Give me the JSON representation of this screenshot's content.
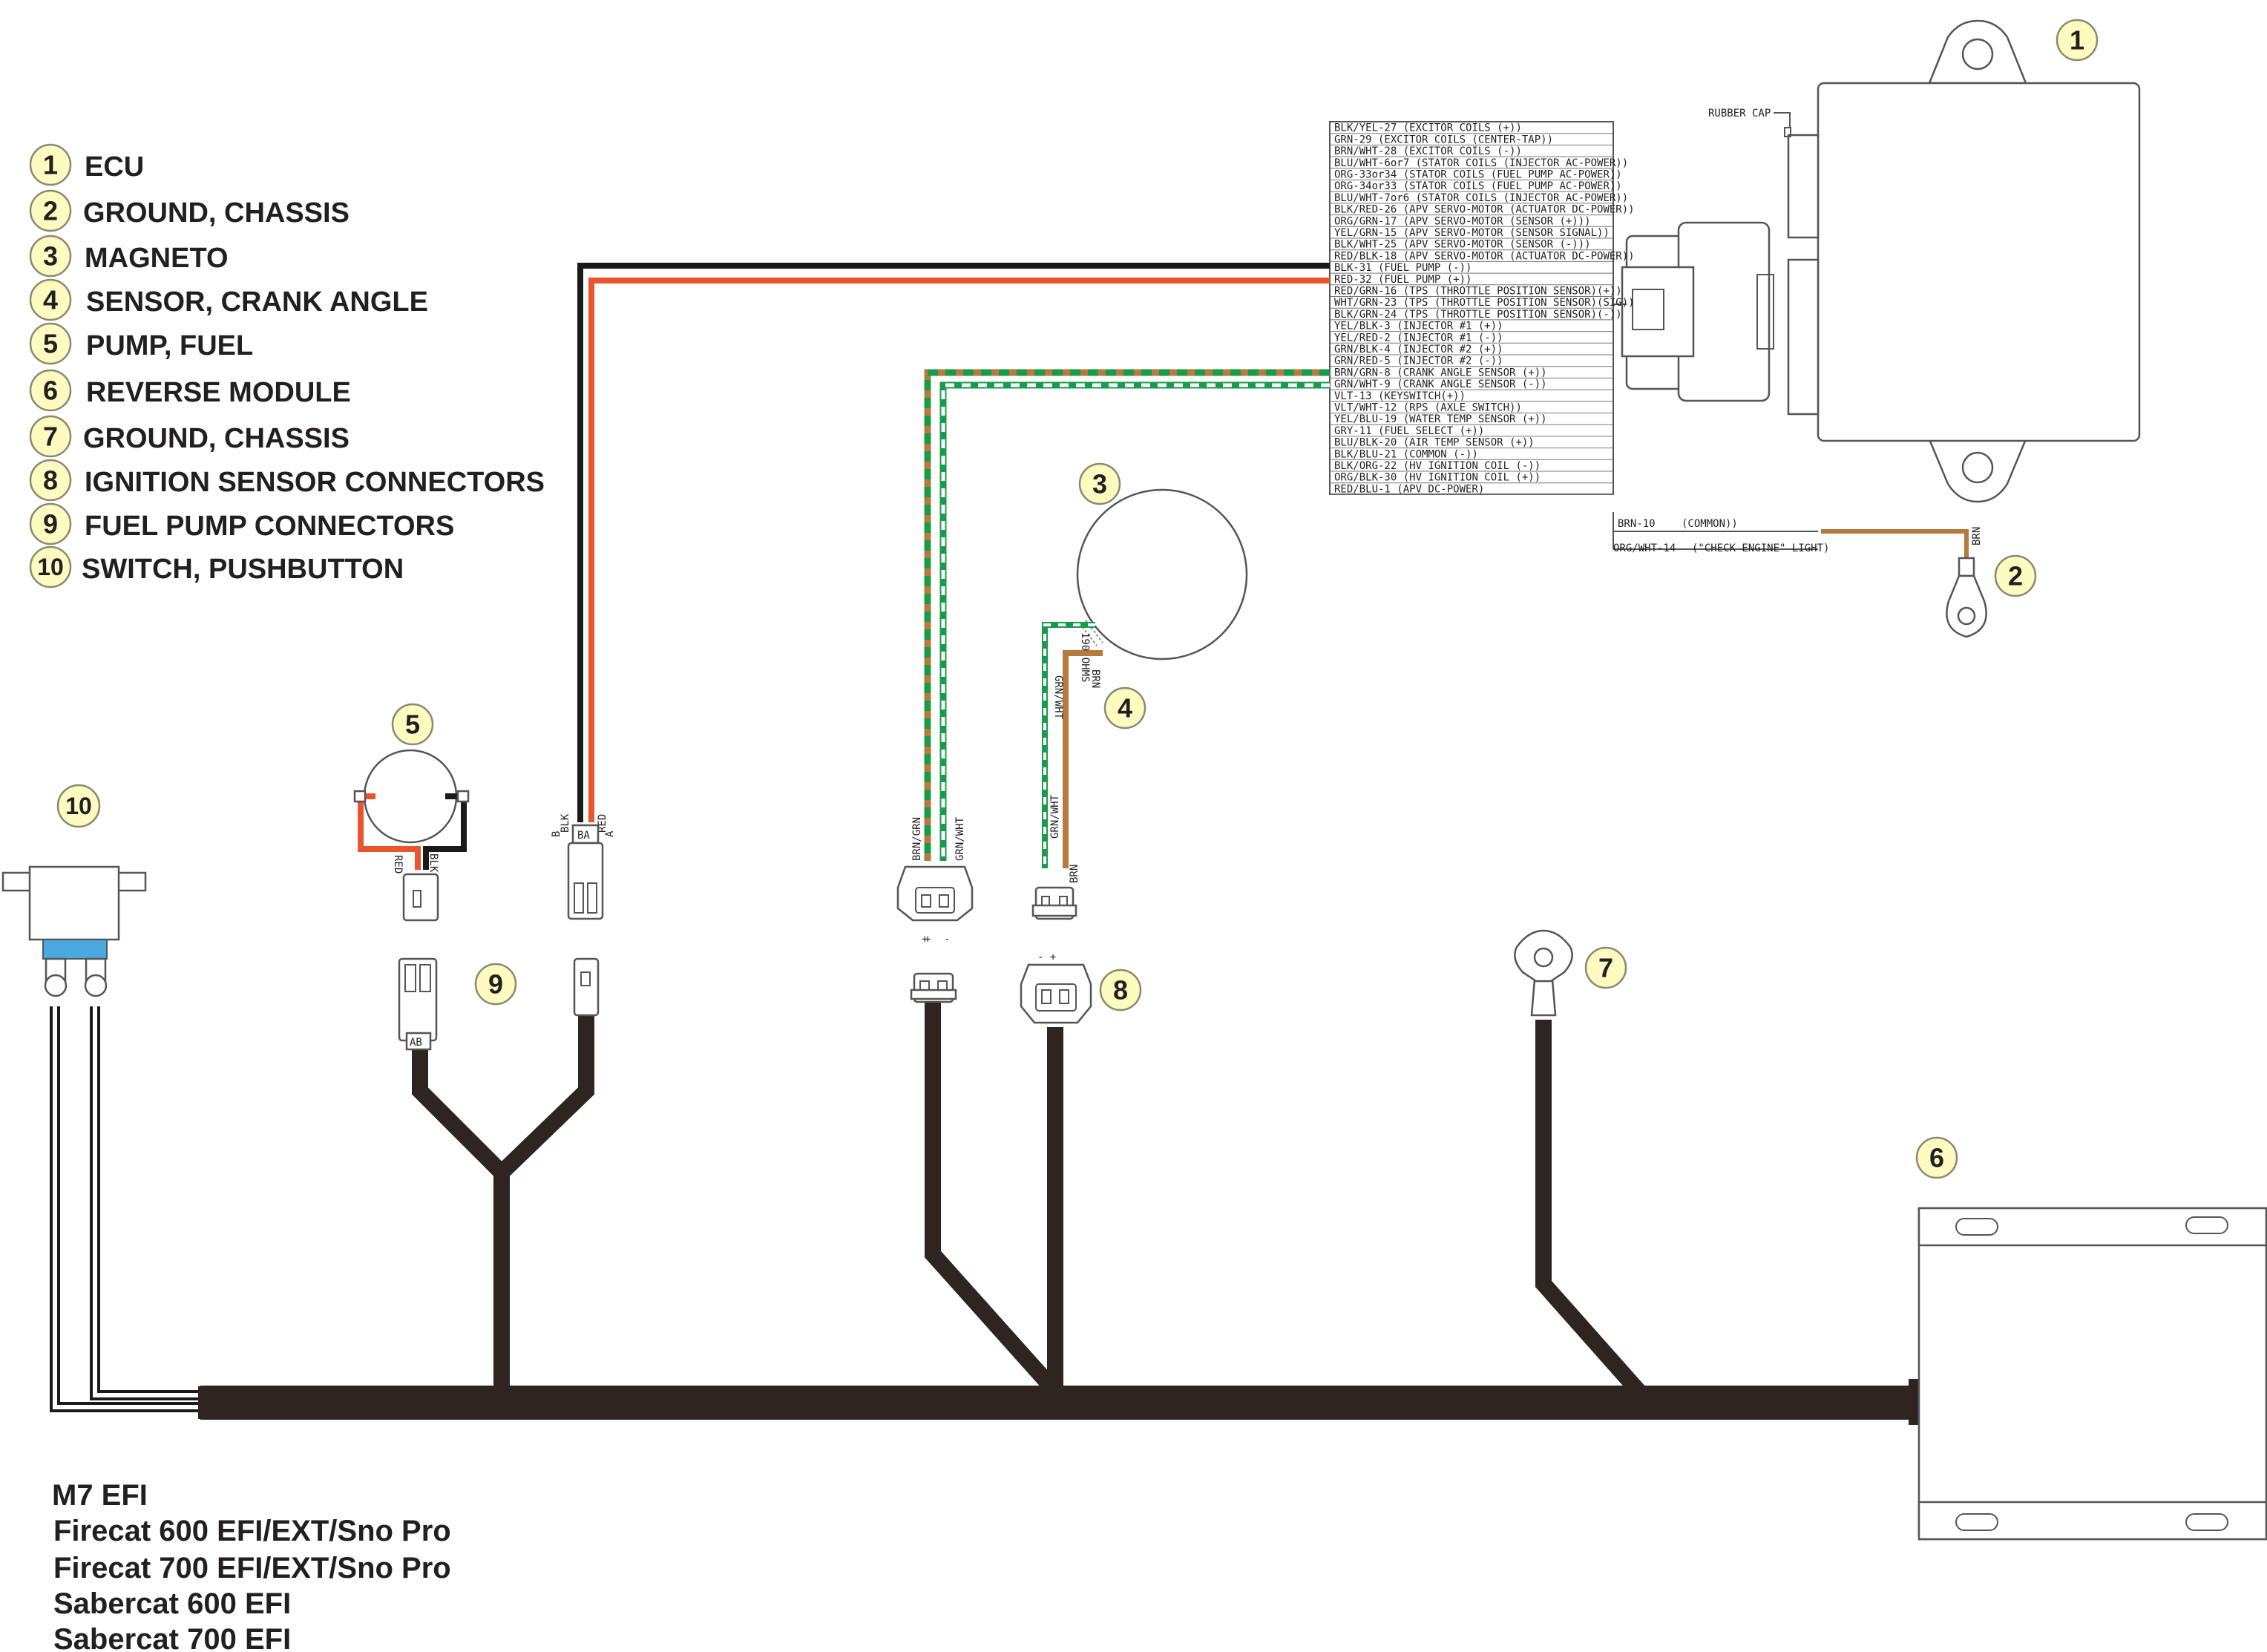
{
  "legend": [
    {
      "num": "1",
      "label": "ECU"
    },
    {
      "num": "2",
      "label": "GROUND, CHASSIS"
    },
    {
      "num": "3",
      "label": "MAGNETO"
    },
    {
      "num": "4",
      "label": "SENSOR, CRANK ANGLE"
    },
    {
      "num": "5",
      "label": "PUMP, FUEL"
    },
    {
      "num": "6",
      "label": "REVERSE MODULE"
    },
    {
      "num": "7",
      "label": "GROUND, CHASSIS"
    },
    {
      "num": "8",
      "label": "IGNITION SENSOR CONNECTORS"
    },
    {
      "num": "9",
      "label": "FUEL PUMP CONNECTORS"
    },
    {
      "num": "10",
      "label": "SWITCH, PUSHBUTTON"
    }
  ],
  "ecu_pins": [
    {
      "wire": "BLK/YEL-27",
      "desc": "(EXCITOR COILS (+))"
    },
    {
      "wire": "GRN-29",
      "desc": "(EXCITOR COILS (CENTER-TAP))"
    },
    {
      "wire": "BRN/WHT-28",
      "desc": "(EXCITOR COILS (-))"
    },
    {
      "wire": "BLU/WHT-6or7",
      "desc": "(STATOR COILS (INJECTOR AC-POWER))"
    },
    {
      "wire": "ORG-33or34",
      "desc": "(STATOR COILS (FUEL PUMP AC-POWER))"
    },
    {
      "wire": "ORG-34or33",
      "desc": "(STATOR COILS (FUEL PUMP AC-POWER))"
    },
    {
      "wire": "BLU/WHT-7or6",
      "desc": "(STATOR COILS (INJECTOR AC-POWER))"
    },
    {
      "wire": "BLK/RED-26",
      "desc": "(APV SERVO-MOTOR (ACTUATOR DC-POWER))"
    },
    {
      "wire": "ORG/GRN-17",
      "desc": "(APV SERVO-MOTOR (SENSOR (+)))"
    },
    {
      "wire": "YEL/GRN-15",
      "desc": "(APV SERVO-MOTOR (SENSOR SIGNAL))"
    },
    {
      "wire": "BLK/WHT-25",
      "desc": "(APV SERVO-MOTOR (SENSOR (-)))"
    },
    {
      "wire": "RED/BLK-18",
      "desc": "(APV SERVO-MOTOR (ACTUATOR DC-POWER))"
    },
    {
      "wire": "BLK-31",
      "desc": "(FUEL PUMP (-))"
    },
    {
      "wire": "RED-32",
      "desc": "(FUEL PUMP (+))"
    },
    {
      "wire": "RED/GRN-16",
      "desc": "(TPS (THROTTLE POSITION SENSOR)(+))"
    },
    {
      "wire": "WHT/GRN-23",
      "desc": "(TPS (THROTTLE POSITION SENSOR)(SIG))"
    },
    {
      "wire": "BLK/GRN-24",
      "desc": "(TPS (THROTTLE POSITION SENSOR)(-))"
    },
    {
      "wire": "YEL/BLK-3",
      "desc": "(INJECTOR #1 (+))"
    },
    {
      "wire": "YEL/RED-2",
      "desc": "(INJECTOR #1 (-))"
    },
    {
      "wire": "GRN/BLK-4",
      "desc": "(INJECTOR #2 (+))"
    },
    {
      "wire": "GRN/RED-5",
      "desc": "(INJECTOR #2 (-))"
    },
    {
      "wire": "BRN/GRN-8",
      "desc": "(CRANK ANGLE SENSOR (+))"
    },
    {
      "wire": "GRN/WHT-9",
      "desc": "(CRANK ANGLE SENSOR (-))"
    },
    {
      "wire": "VLT-13",
      "desc": "(KEYSWITCH(+))"
    },
    {
      "wire": "VLT/WHT-12",
      "desc": "(RPS (AXLE SWITCH))"
    },
    {
      "wire": "YEL/BLU-19",
      "desc": "(WATER TEMP SENSOR (+))"
    },
    {
      "wire": "GRY-11",
      "desc": "(FUEL SELECT (+))"
    },
    {
      "wire": "BLU/BLK-20",
      "desc": "(AIR TEMP SENSOR (+))"
    },
    {
      "wire": "BLK/BLU-21",
      "desc": "(COMMON (-))"
    },
    {
      "wire": "BLK/ORG-22",
      "desc": "(HV IGNITION COIL (-))"
    },
    {
      "wire": "ORG/BLK-30",
      "desc": "(HV IGNITION COIL (+))"
    },
    {
      "wire": "RED/BLU-1",
      "desc": "(APV DC-POWER)"
    }
  ],
  "ecu_lower_pins": [
    {
      "wire": "BRN-10",
      "desc": "(COMMON))"
    },
    {
      "wire": "ORG/WHT-14",
      "desc": "(\"CHECK ENGINE\" LIGHT)"
    }
  ],
  "labels": {
    "rubber_cap": "RUBBER CAP",
    "brn": "BRN",
    "blk": "BLK",
    "red": "RED",
    "b": "B",
    "a": "A",
    "ba": "BA",
    "ab": "AB",
    "brn_grn": "BRN/GRN",
    "grn_wht": "GRN/WHT",
    "ohms": "190 OHMS",
    "plus": "+",
    "minus": "-",
    "plus_minus": "+  -",
    "minus_plus": "-  +"
  },
  "models": [
    "M7 EFI",
    "Firecat 600 EFI/EXT/Sno Pro",
    "Firecat 700 EFI/EXT/Sno Pro",
    "Sabercat 600 EFI",
    "Sabercat 700 EFI"
  ],
  "colors": {
    "harness": "#2e2420",
    "black_wire": "#1a1a1a",
    "red_wire": "#e8552e",
    "brown_wire": "#b87a3c",
    "green_wire": "#1a9b4b",
    "badge_fill": "#fdfbc0",
    "switch_blue": "#4aa9e0"
  }
}
